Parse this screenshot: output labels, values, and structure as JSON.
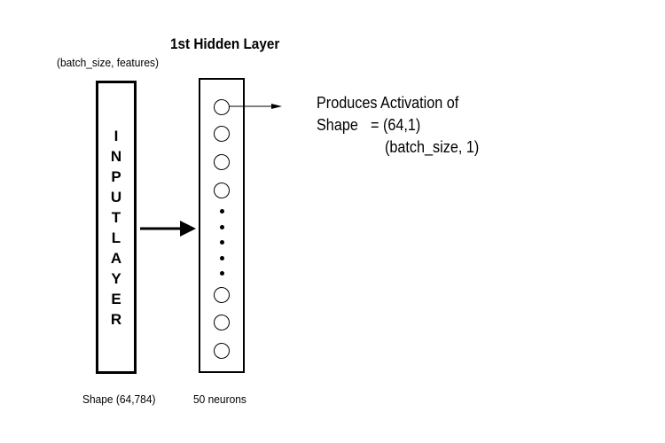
{
  "input_layer": {
    "top_label": "(batch_size, features)",
    "letters": [
      "I",
      "N",
      "P",
      "U",
      "T",
      "L",
      "A",
      "Y",
      "E",
      "R"
    ],
    "shape_label": "Shape (64,784)"
  },
  "hidden_layer": {
    "title": "1st Hidden Layer",
    "neurons_label": "50 neurons"
  },
  "activation": {
    "line1": "Produces Activation of",
    "line2_prefix": "Shape",
    "line2_value": "=  (64,1)",
    "line3": "(batch_size, 1)"
  }
}
